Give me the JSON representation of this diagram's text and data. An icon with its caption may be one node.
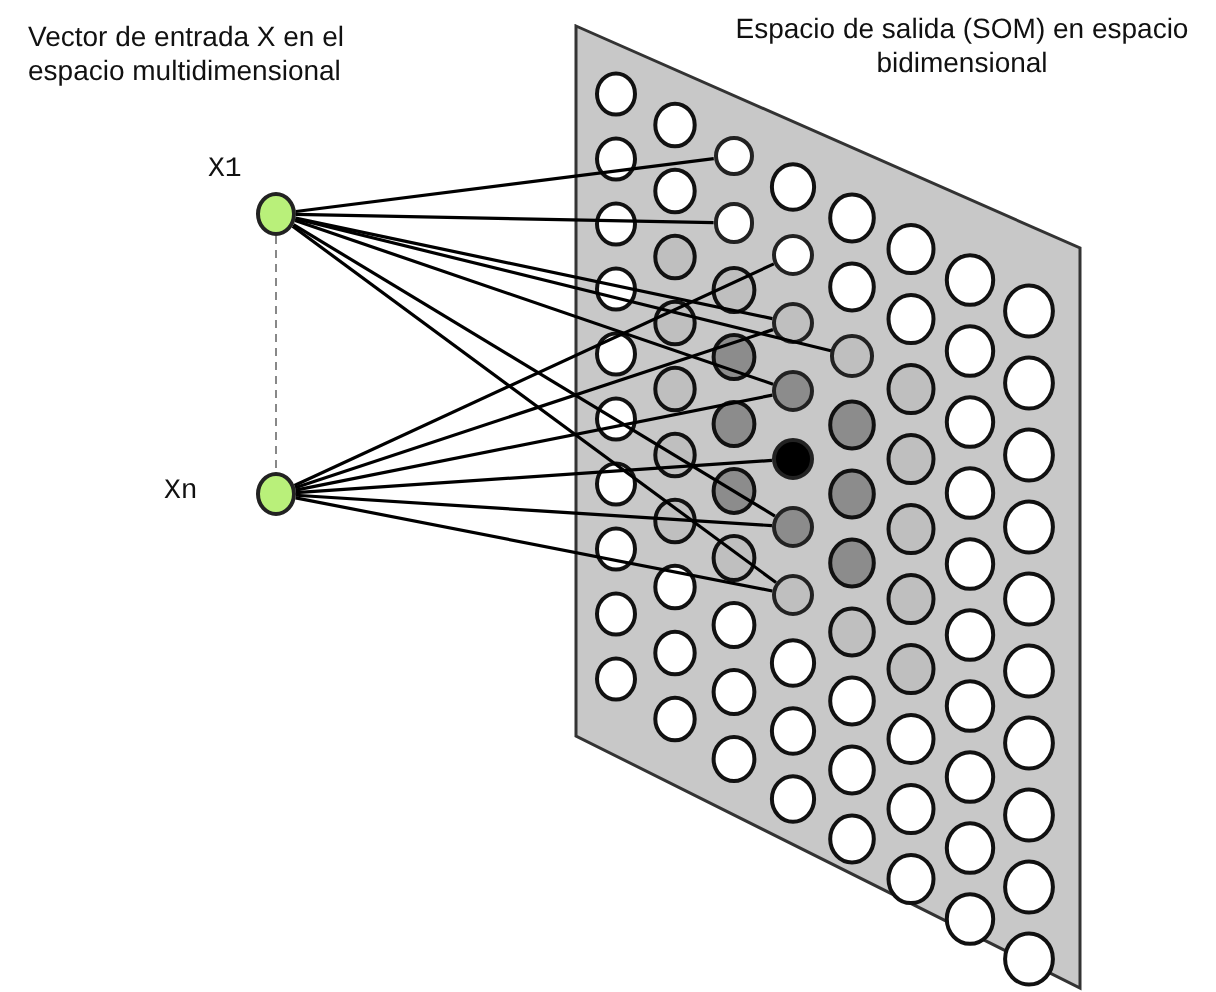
{
  "diagram": {
    "nodes": [
      {
        "text": [
          "Espacio de salida (SOM) en espacio bidimensional"
        ]
      },
      {
        "text": [],
        "shape": "circle",
        "beside": [
          "X1"
        ]
      },
      {
        "text": [],
        "shape": "circle",
        "beside": [
          "Xn"
        ]
      },
      {
        "text": [],
        "shape": "circle",
        "in": 0
      },
      {
        "text": [],
        "shape": "circle",
        "in": 0
      },
      {
        "text": [],
        "shape": "circle",
        "in": 0
      },
      {
        "text": [],
        "shape": "circle",
        "in": 0
      },
      {
        "text": [],
        "shape": "circle",
        "in": 0
      },
      {
        "text": [],
        "shape": "circle",
        "in": 0
      },
      {
        "text": [],
        "shape": "circle",
        "in": 0
      },
      {
        "text": [],
        "shape": "circle",
        "in": 0
      },
      {
        "text": [],
        "shape": "circle",
        "in": 0
      }
    ],
    "edges": [
      {
        "from": 1,
        "to": 2,
        "arrow": "none",
        "style": "dashed",
        "color": "#888888"
      },
      {
        "from": 1,
        "to": 3,
        "arrow": "none"
      },
      {
        "from": 1,
        "to": 4,
        "arrow": "none"
      },
      {
        "from": 1,
        "to": 6,
        "arrow": "none"
      },
      {
        "from": 1,
        "to": 7,
        "arrow": "none"
      },
      {
        "from": 1,
        "to": 8,
        "arrow": "none"
      },
      {
        "from": 1,
        "to": 10,
        "arrow": "none"
      },
      {
        "from": 1,
        "to": 11,
        "arrow": "none"
      },
      {
        "from": 2,
        "to": 5,
        "arrow": "none"
      },
      {
        "from": 2,
        "to": 6,
        "arrow": "none"
      },
      {
        "from": 2,
        "to": 8,
        "arrow": "none"
      },
      {
        "from": 2,
        "to": 9,
        "arrow": "none"
      },
      {
        "from": 2,
        "to": 10,
        "arrow": "none"
      },
      {
        "from": 2,
        "to": 11,
        "arrow": "none"
      }
    ],
    "labels": [
      "Vector de entrada X en el espacio multidimensional"
    ]
  }
}
